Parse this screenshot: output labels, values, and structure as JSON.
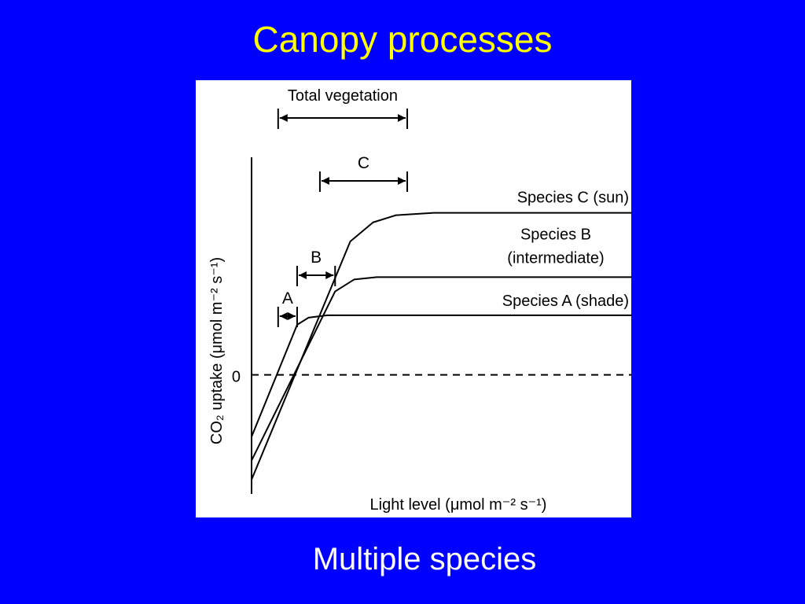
{
  "slide": {
    "title": "Canopy processes",
    "subtitle": "Multiple species"
  },
  "colors": {
    "background": "#0000ff",
    "title": "#ffff00",
    "subtitle": "#ffffff",
    "panel": "#ffffff",
    "ink": "#000000"
  },
  "chart_data": {
    "type": "line",
    "xlabel": "Light level (μmol m⁻² s⁻¹)",
    "ylabel": "CO₂ uptake (μmol m⁻² s⁻¹)",
    "yticks": [
      "0"
    ],
    "axes": {
      "x_axis_line": false,
      "y_axis_line": true,
      "zero_line": "dashed"
    },
    "series": [
      {
        "name": "Species C (sun)",
        "points": [
          [
            0,
            -2.2
          ],
          [
            26,
            2.8
          ],
          [
            32,
            3.2
          ],
          [
            38,
            3.35
          ],
          [
            48,
            3.4
          ],
          [
            100,
            3.4
          ]
        ]
      },
      {
        "name": "Species B (intermediate)",
        "points": [
          [
            0,
            -1.8
          ],
          [
            22,
            1.75
          ],
          [
            27,
            2.0
          ],
          [
            33,
            2.05
          ],
          [
            100,
            2.05
          ]
        ]
      },
      {
        "name": "Species A (shade)",
        "points": [
          [
            0,
            -1.3
          ],
          [
            12,
            1.05
          ],
          [
            15,
            1.2
          ],
          [
            20,
            1.25
          ],
          [
            100,
            1.25
          ]
        ]
      }
    ],
    "ranges": [
      {
        "label": "Total vegetation",
        "x": [
          7,
          41
        ]
      },
      {
        "label": "C",
        "x": [
          18,
          41
        ]
      },
      {
        "label": "B",
        "x": [
          12,
          22
        ]
      },
      {
        "label": "A",
        "x": [
          7,
          12
        ]
      }
    ],
    "xlim": [
      0,
      100
    ],
    "ylim": [
      -2.5,
      4.5
    ],
    "grid": false
  }
}
